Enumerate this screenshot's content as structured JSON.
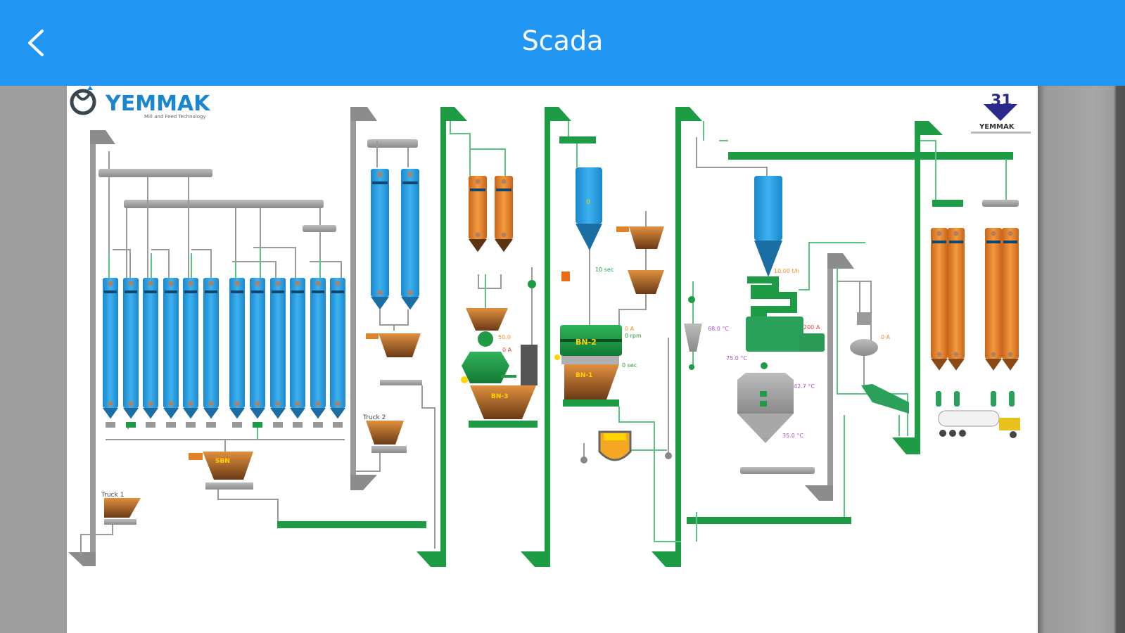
{
  "appbar": {
    "title": "Scada",
    "back_icon": "chevron-left-icon",
    "color": "#2196f3"
  },
  "diagram": {
    "logo_left": {
      "name": "YEMMAK",
      "tagline": "Mill and Feed Technology"
    },
    "logo_right": {
      "name": "YEMMAK",
      "icon": "triple-arrow-logo"
    },
    "labels": {
      "truck1": "Truck 1",
      "truck2": "Truck 2",
      "bin_a": "BN-2",
      "bin_b": "BN-3",
      "bin_c": "BN-1",
      "mixer": "BN-2",
      "pellet_temp_1": "68.0 °C",
      "pellet_temp_2": "75.0 °C",
      "cooler_temp_1": "42.7 °C",
      "cooler_temp_2": "35.0 °C",
      "motor_load": "200 A",
      "conditioner_flow": "10.00 t/h",
      "crumbler": "0 A",
      "mill_amp": "0 A",
      "mill_speed": "50.0",
      "mixer_time": "10 sec",
      "mixer_flow": "0 A",
      "mixer_rpm": "0 rpm",
      "mixer_speed": "0 sec",
      "silo_level": "0"
    },
    "colors": {
      "bulk_silo": "#2aa3e6",
      "finished_silo": "#e8832a",
      "active_line": "#1e9b45",
      "inactive_line": "#9a9a9a",
      "alarm_text": "#e53935",
      "temp_text": "#b04fc8",
      "value_text": "#f28c1e"
    }
  }
}
